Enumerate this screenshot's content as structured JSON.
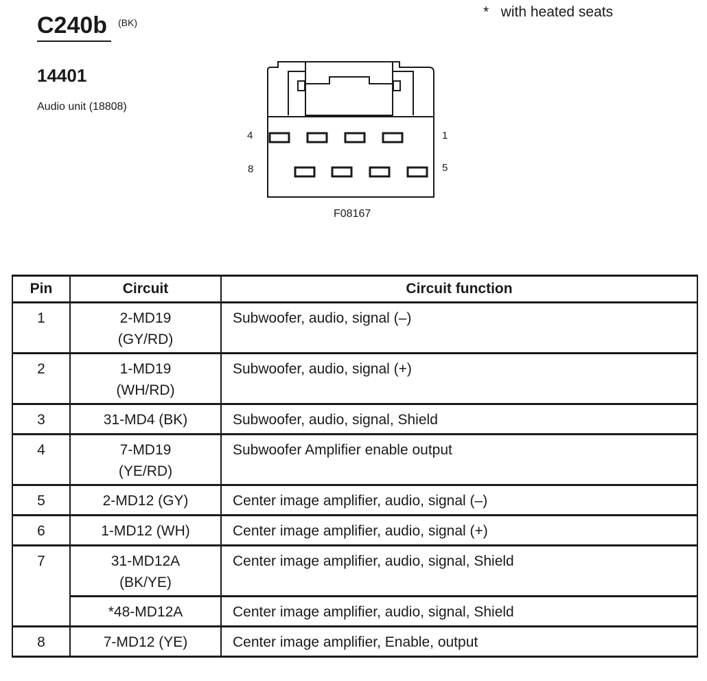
{
  "note": "*   with heated seats",
  "connector": {
    "id": "C240b",
    "color_code": "(BK)",
    "part_number": "14401",
    "description": "Audio unit (18808)",
    "figure_id": "F08167",
    "pin_labels": {
      "top_left": "4",
      "top_right": "1",
      "bottom_left": "8",
      "bottom_right": "5"
    }
  },
  "table": {
    "headers": {
      "pin": "Pin",
      "circuit": "Circuit",
      "function": "Circuit function"
    },
    "rows": [
      {
        "pin": "1",
        "circuit": "2-MD19\n(GY/RD)",
        "function": "Subwoofer, audio, signal (–)"
      },
      {
        "pin": "2",
        "circuit": "1-MD19\n(WH/RD)",
        "function": "Subwoofer, audio, signal (+)"
      },
      {
        "pin": "3",
        "circuit": "31-MD4 (BK)",
        "function": "Subwoofer, audio, signal, Shield"
      },
      {
        "pin": "4",
        "circuit": "7-MD19\n(YE/RD)",
        "function": "Subwoofer Amplifier enable output"
      },
      {
        "pin": "5",
        "circuit": "2-MD12 (GY)",
        "function": "Center image amplifier, audio, signal (–)"
      },
      {
        "pin": "6",
        "circuit": "1-MD12 (WH)",
        "function": "Center image amplifier, audio, signal (+)"
      },
      {
        "pin": "7",
        "circuit": "31-MD12A\n(BK/YE)",
        "function": "Center image amplifier, audio, signal, Shield"
      },
      {
        "pin": "",
        "circuit": "*48-MD12A",
        "function": "Center image amplifier, audio, signal, Shield"
      },
      {
        "pin": "8",
        "circuit": "7-MD12 (YE)",
        "function": "Center image amplifier, Enable, output"
      }
    ]
  }
}
